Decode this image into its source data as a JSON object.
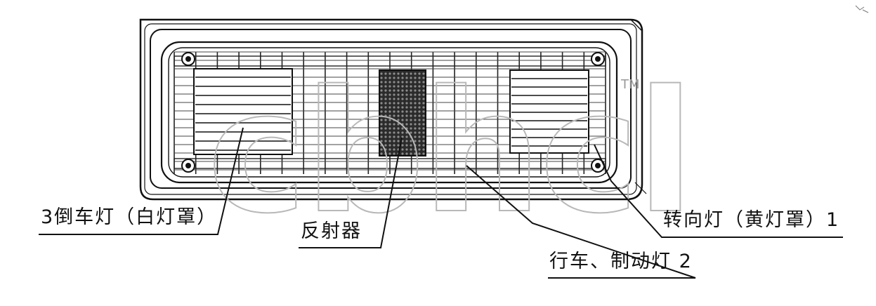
{
  "labels": {
    "reversing_light": "3倒车灯（白灯罩）",
    "reflector": "反射器",
    "running_brake_light": "行车、制动灯 2",
    "turn_signal": "转向灯（黄灯罩）1"
  },
  "watermark": {
    "text": "cbhcl",
    "trademark": "TM"
  },
  "colors": {
    "line": "#111111",
    "background": "#ffffff",
    "watermark": "#b8b8b8"
  }
}
